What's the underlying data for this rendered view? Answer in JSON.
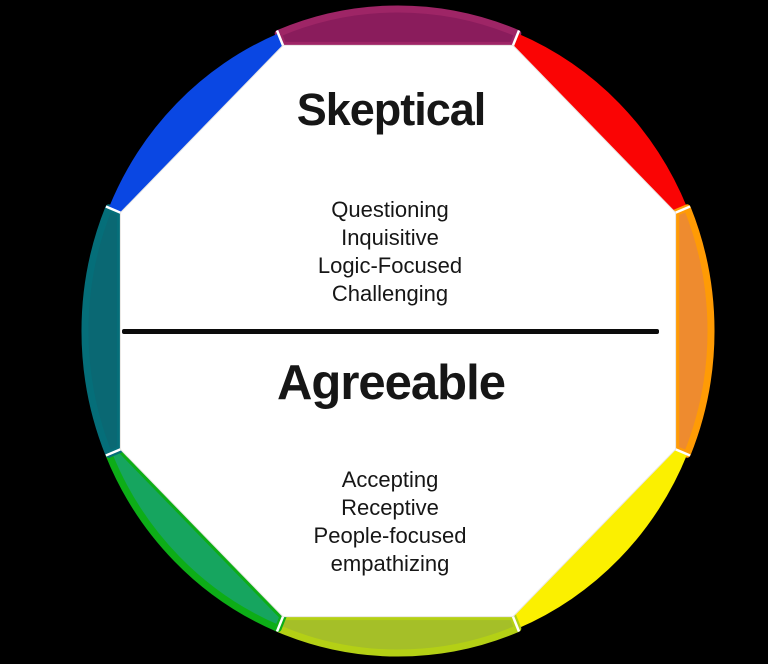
{
  "sections": {
    "top": {
      "heading": "Skeptical",
      "traits": [
        "Questioning",
        "Inquisitive",
        "Logic-Focused",
        "Challenging"
      ]
    },
    "bottom": {
      "heading": "Agreeable",
      "traits": [
        "Accepting",
        "Receptive",
        "People-focused",
        "empathizing"
      ]
    }
  },
  "divider": {
    "color": "#0b0b0b"
  },
  "wheel": {
    "background_color": "#000000",
    "inner_fill": "#ffffff",
    "inner_edge_color": "#e9e7e4",
    "separator_color": "#ffffff",
    "segments": [
      {
        "name": "top-magenta",
        "color": "#9E2566",
        "inner": "#8A1C5C"
      },
      {
        "name": "upper-right-red",
        "color": "#FA0404"
      },
      {
        "name": "right-orange",
        "color": "#FF9B05",
        "inner": "#EE8B2F"
      },
      {
        "name": "lower-right-yellow",
        "color": "#FBF000"
      },
      {
        "name": "bottom-yellow-green",
        "color": "#B4D015",
        "inner": "#A5BF28"
      },
      {
        "name": "lower-left-green",
        "color": "#0DAD17",
        "inner": "#16A55F"
      },
      {
        "name": "left-teal",
        "color": "#056E79",
        "inner": "#0A6873"
      },
      {
        "name": "upper-left-blue",
        "color": "#0A47E3"
      }
    ]
  }
}
